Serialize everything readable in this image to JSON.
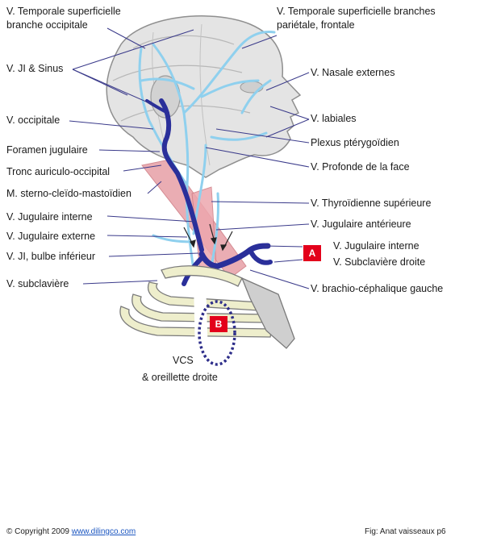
{
  "labels": {
    "temporale_occipitale_line1": "V. Temporale superficielle",
    "temporale_occipitale_line2": "branche occipitale",
    "temporale_parietale_line1": "V. Temporale superficielle branches",
    "temporale_parietale_line2": "pariétale, frontale",
    "ji_sinus": "V. JI & Sinus",
    "nasale": "V. Nasale externes",
    "occipitale": "V. occipitale",
    "labiales": "V. labiales",
    "foramen": "Foramen jugulaire",
    "plexus": "Plexus ptérygoïdien",
    "tronc": "Tronc auriculo-occipital",
    "profonde": "V. Profonde de la face",
    "sterno": "M. sterno-cleïdo-mastoïdien",
    "thyroidienne": "V. Thyroïdienne supérieure",
    "jug_interne_left": "V. Jugulaire interne",
    "jug_anterieure": "V. Jugulaire antérieure",
    "jug_externe": "V. Jugulaire externe",
    "jug_interne_right": "V. Jugulaire interne",
    "ji_bulbe": "V. JI, bulbe inférieur",
    "subclaviere_droite": "V. Subclavière droite",
    "subclaviere": "V. subclavière",
    "brachio": "V. brachio-céphalique gauche",
    "vcs_line1": "VCS",
    "vcs_line2": "& oreillette droite"
  },
  "badges": {
    "a": "A",
    "b": "B"
  },
  "footer": {
    "copyright": "© Copyright 2009",
    "link": "www.dilingco.com",
    "fig": "Fig:  Anat vaisseaux p6"
  },
  "colors": {
    "vein_light": "#8fd0ee",
    "vein_dark": "#2a2f9a",
    "muscle": "#e8a5ab",
    "badge": "#e3001b",
    "leader": "#3a3a8a"
  }
}
